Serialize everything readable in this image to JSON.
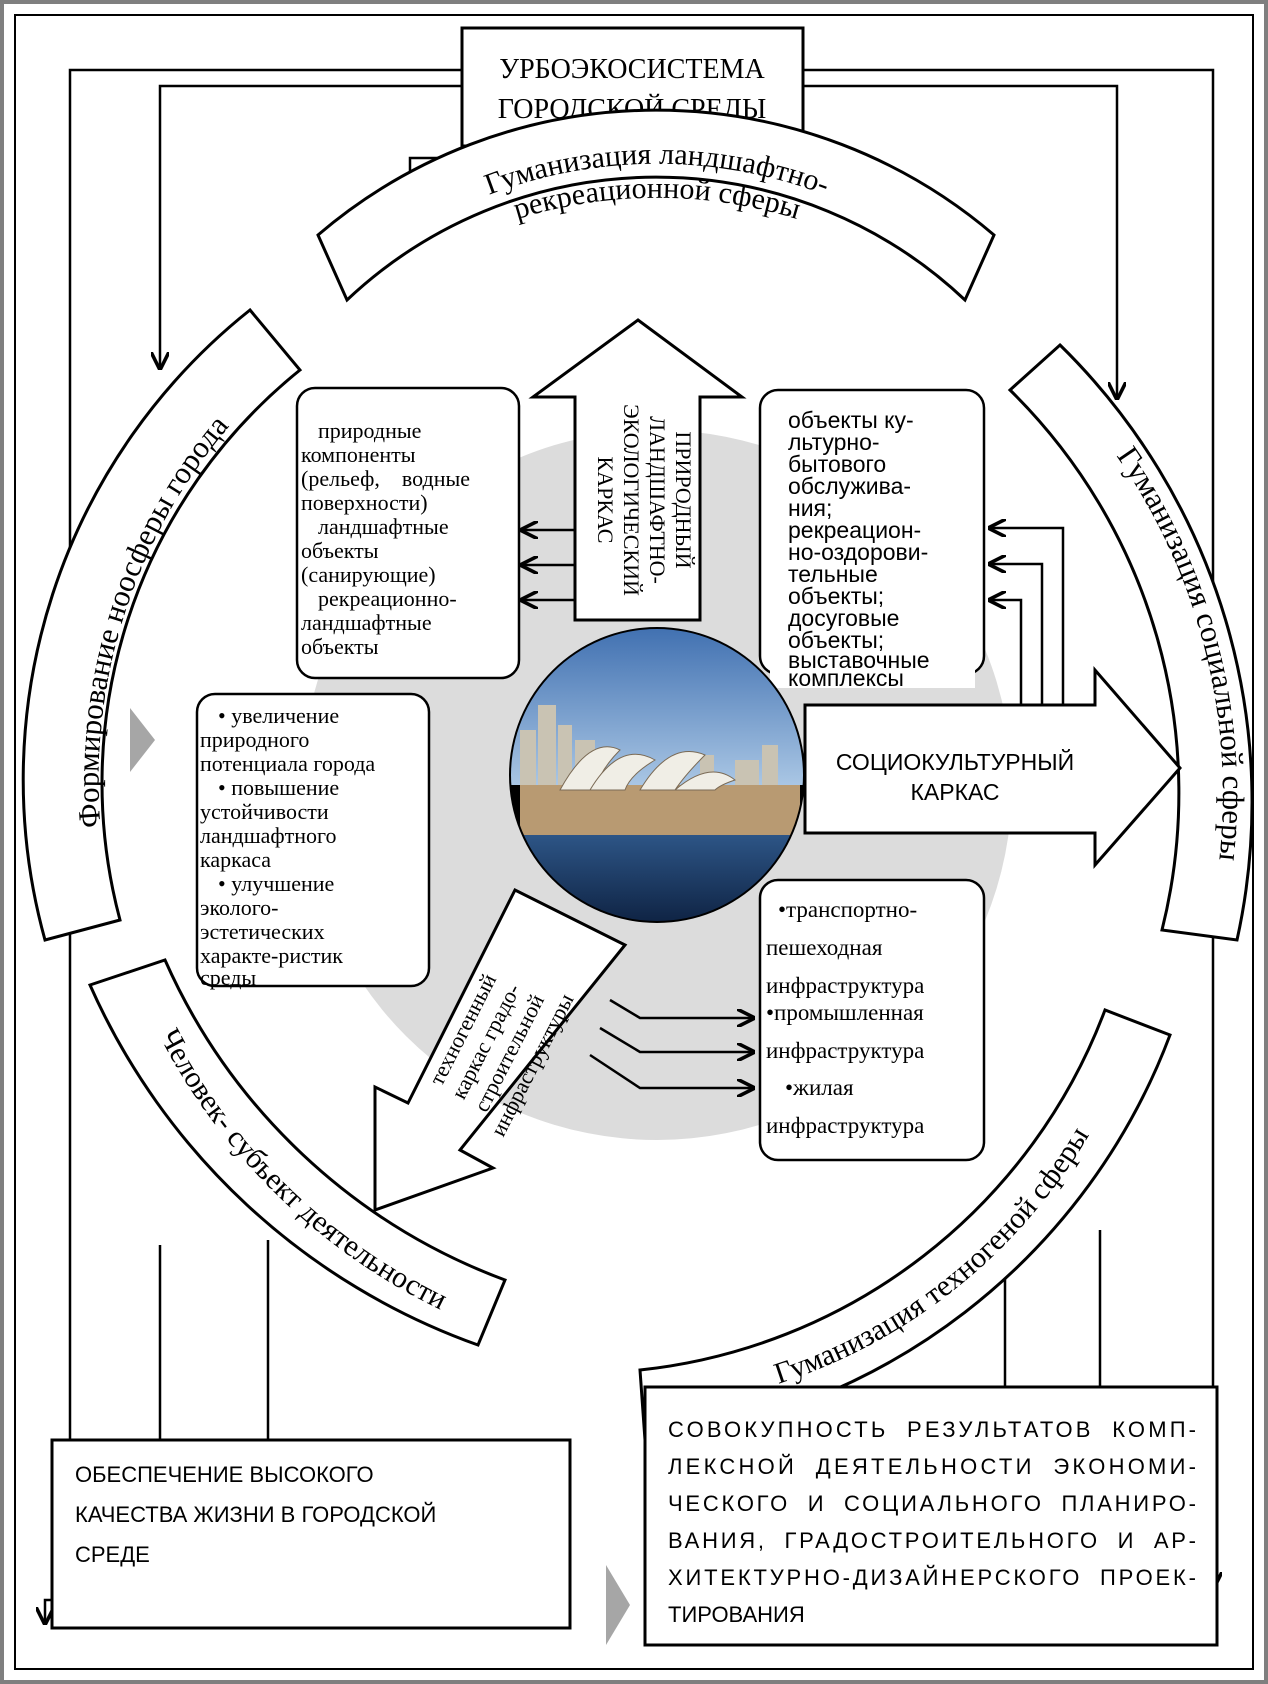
{
  "title": [
    "УРБОЭКОСИСТЕМА",
    "ГОРОДСКОЙ СРЕДЫ"
  ],
  "arcs": {
    "top": [
      "Гуманизация ландшафтно-",
      "рекреационной сферы"
    ],
    "left": "Формирование ноосферы города",
    "right": "Гуманизация социальной сферы",
    "bottom_left": "Человек- субъект деятельности",
    "bottom_right": "Гуманизация техногеной сферы"
  },
  "arrows": {
    "natural": [
      "ПРИРОДНЫЙ",
      "ЛАНДШАФТНО-",
      "ЭКОЛОГИЧЕСКИЙ",
      "КАРКАС"
    ],
    "sociocultural": [
      "СОЦИОКУЛЬТУРНЫЙ",
      "КАРКАС"
    ],
    "technogenic": [
      "техногенный",
      "каркас градо-",
      "строительной",
      "инфраструктуры"
    ]
  },
  "boxes": {
    "natural_components": [
      "природные",
      "компоненты",
      "(рельеф,    водные",
      "поверхности)",
      "ландшафтные",
      "объекты",
      "(санирующие)",
      "рекреационно-",
      "ландшафтные",
      "объекты"
    ],
    "cultural_objects": [
      "объекты ку-",
      "льтурно-",
      "бытового",
      "обслужива-",
      "ния;",
      "рекреацион-",
      "но-оздорови-",
      "тельные",
      "объекты;",
      "досуговые",
      "объекты;",
      "выставочные",
      "комплексы"
    ],
    "goals": [
      "• увеличение",
      "природного",
      "потенциала города",
      "• повышение",
      "устойчивости",
      "ландшафтного",
      "каркаса",
      "• улучшение",
      "эколого-",
      "эстетических",
      "характе-ристик",
      "среды"
    ],
    "infrastructure": [
      "•транспортно-",
      "пешеходная",
      "инфраструктура",
      "•промышленная",
      "инфраструктура",
      "•жилая",
      "инфраструктура"
    ]
  },
  "bottom": {
    "quality": [
      "ОБЕСПЕЧЕНИЕ ВЫСОКОГО",
      "КАЧЕСТВА ЖИЗНИ В ГОРОДСКОЙ",
      "СРЕДЕ"
    ],
    "results": [
      "СОВОКУПНОСТЬ  РЕЗУЛЬТАТОВ  КОМП-",
      "ЛЕКСНОЙ  ДЕЯТЕЛЬНОСТИ  ЭКОНОМИ-",
      "ЧЕСКОГО  И  СОЦИАЛЬНОГО  ПЛАНИРО-",
      "ВАНИЯ,  ГРАДОСТРОИТЕЛЬНОГО  И  АР-",
      "ХИТЕКТУРНО-ДИЗАЙНЕРСКОГО  ПРОЕК-",
      "ТИРОВАНИЯ"
    ]
  },
  "colors": {
    "frame": "#7f7f7f",
    "disc": "#dcdcdc",
    "marker": "#a6a6a6",
    "sky": "#6f9ccd",
    "water": "#1f3d6b"
  }
}
